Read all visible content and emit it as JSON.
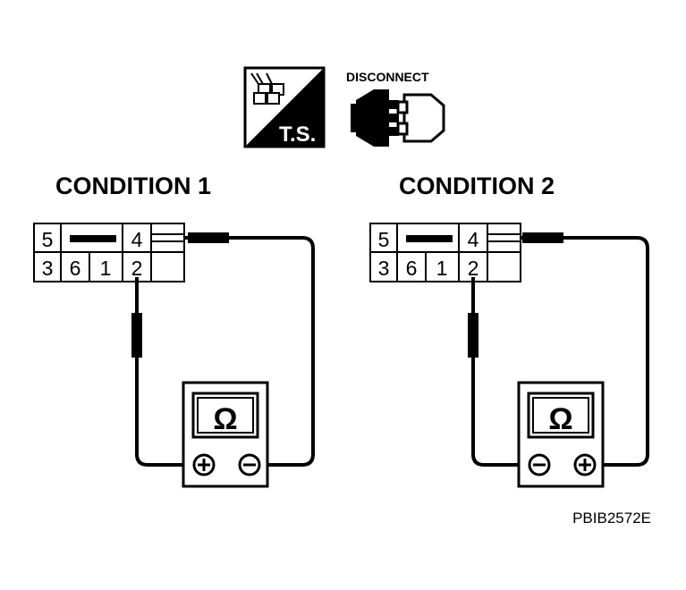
{
  "icons": {
    "ts_label": "T.S.",
    "disconnect_label": "DISCONNECT"
  },
  "conditions": [
    {
      "title": "CONDITION 1",
      "connector": {
        "top_row": [
          "5",
          "",
          "4",
          ""
        ],
        "bottom_row": [
          "3",
          "6",
          "1",
          "2",
          ""
        ]
      },
      "meter": {
        "symbol": "Ω",
        "left_terminal": "+",
        "right_terminal": "−"
      }
    },
    {
      "title": "CONDITION 2",
      "connector": {
        "top_row": [
          "5",
          "",
          "4",
          ""
        ],
        "bottom_row": [
          "3",
          "6",
          "1",
          "2",
          ""
        ]
      },
      "meter": {
        "symbol": "Ω",
        "left_terminal": "−",
        "right_terminal": "+"
      }
    }
  ],
  "figure_id": "PBIB2572E",
  "colors": {
    "ink": "#000000",
    "paper": "#ffffff"
  }
}
